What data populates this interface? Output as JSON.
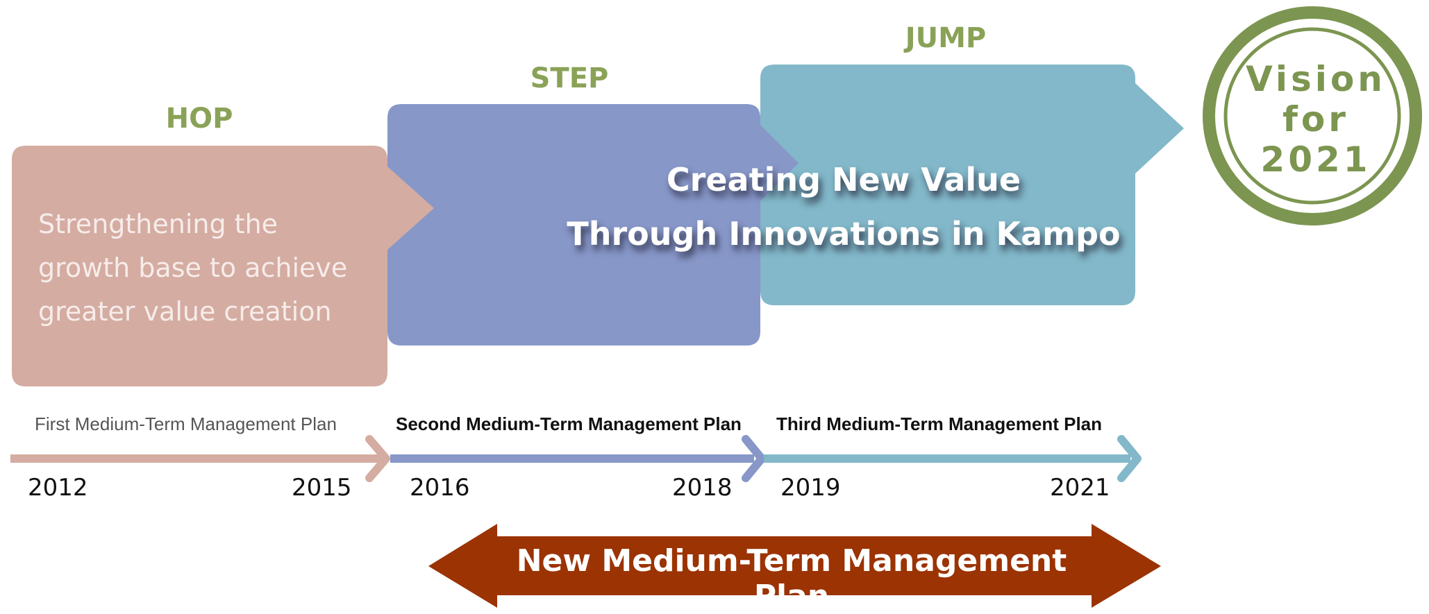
{
  "phases": {
    "hop": "HOP",
    "step": "STEP",
    "jump": "JUMP"
  },
  "hop_description": [
    "Strengthening the",
    "growth base to achieve",
    "greater value creation"
  ],
  "central_message": [
    "Creating New Value",
    "Through Innovations in Kampo"
  ],
  "plans": {
    "first": "First Medium-Term Management Plan",
    "second": "Second Medium-Term Management Plan",
    "third": "Third Medium-Term Management Plan"
  },
  "years": [
    "2012",
    "2015",
    "2016",
    "2018",
    "2019",
    "2021"
  ],
  "new_plan": "New Medium-Term Management Plan",
  "vision_badge": [
    "Vision",
    "for",
    "2021"
  ],
  "colors": {
    "hop": "#d4aca2",
    "step": "#8797c8",
    "jump": "#82b8c9",
    "label_green": "#8aa257",
    "new_plan_arrow": "#9b3303",
    "badge_ring": "#7c9550"
  }
}
